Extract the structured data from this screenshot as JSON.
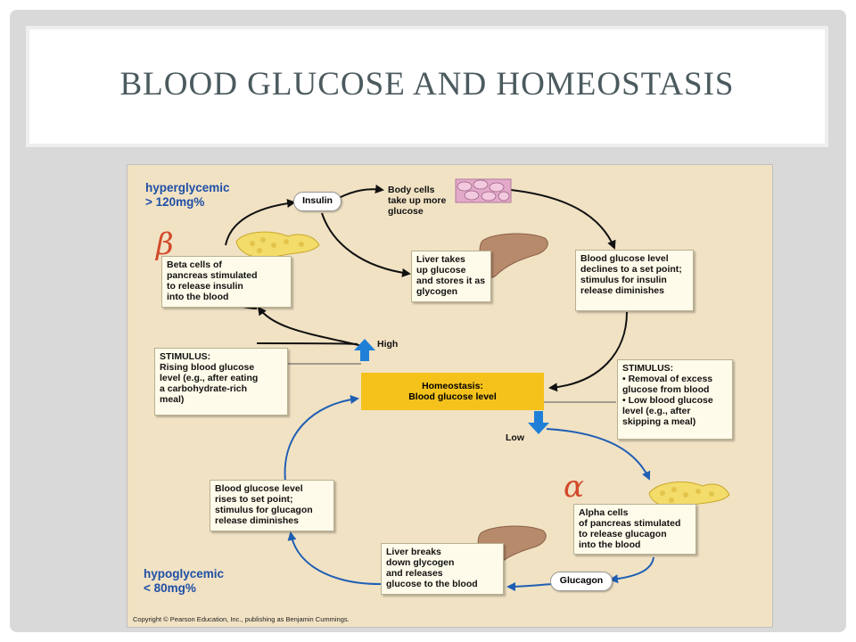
{
  "slide": {
    "title": "BLOOD GLUCOSE AND HOMEOSTASIS"
  },
  "diagram": {
    "hyperglycemic": "hyperglycemic\n> 120mg%",
    "hypoglycemic": "hypoglycemic\n< 80mg%",
    "beta_symbol": "β",
    "alpha_symbol": "α",
    "insulin_label": "Insulin",
    "glucagon_label": "Glucagon",
    "body_cells": "Body cells\ntake up more\nglucose",
    "liver_takes": "Liver takes\nup glucose\nand stores it as\nglycogen",
    "beta_cells": "Beta cells of\npancreas stimulated\nto release insulin\ninto the blood",
    "declines": "Blood glucose level\ndeclines to a set point;\nstimulus for insulin\nrelease diminishes",
    "stimulus_rising": "STIMULUS:\nRising blood glucose\nlevel (e.g., after eating\na carbohydrate-rich\nmeal)",
    "homeostasis_title": "Homeostasis:",
    "homeostasis_sub": "Blood glucose level",
    "high_label": "High",
    "low_label": "Low",
    "stimulus_removal": "STIMULUS:\n• Removal of excess\n  glucose from blood\n• Low blood glucose\n  level (e.g., after\n  skipping a meal)",
    "rises": "Blood glucose level\nrises to set point;\nstimulus for glucagon\nrelease diminishes",
    "alpha_cells": "Alpha cells\nof pancreas stimulated\nto release glucagon\ninto the blood",
    "liver_breaks": "Liver breaks\ndown glycogen\nand releases\nglucose to the blood",
    "copyright": "Copyright © Pearson Education, Inc., publishing as Benjamin Cummings."
  },
  "colors": {
    "diagram_bg": "#f1e2c4",
    "homeostasis_box": "#f5c21b",
    "high_low_arrow": "#1f7fd6",
    "zone_text": "#1f4fa6",
    "greek": "#d24a2a",
    "black_cycle_arrow": "#111111",
    "blue_cycle_arrow": "#1f5fb3"
  }
}
